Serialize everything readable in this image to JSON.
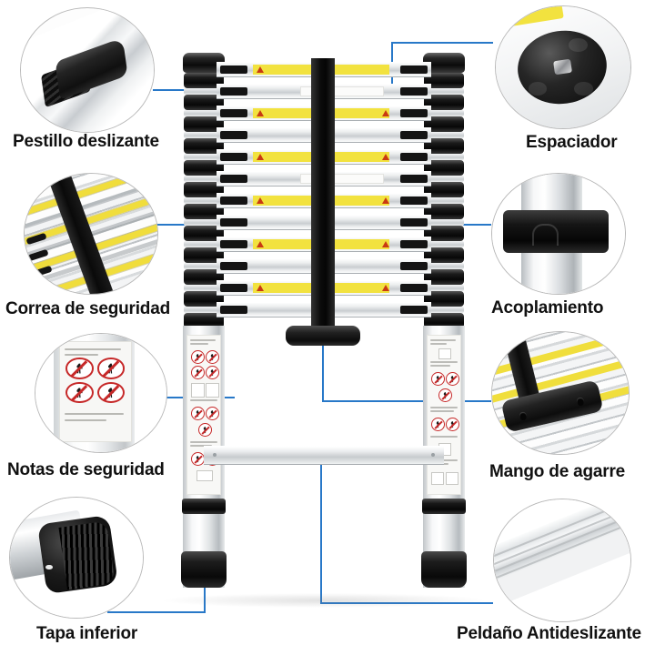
{
  "page": {
    "title": "Escalera telescópica - características",
    "background_color": "#ffffff",
    "accent_color": "#2878c8",
    "label_color": "#111111"
  },
  "callouts": [
    {
      "id": "slider-latch",
      "label": "Pestillo deslizante",
      "side": "left",
      "icon": "slider-latch-photo",
      "description": "Pestillo de plástico negro sobre riel de aluminio"
    },
    {
      "id": "safety-strap",
      "label": "Correa de seguridad",
      "side": "left",
      "icon": "safety-strap-photo",
      "description": "Correa negra diagonal sobre peldaños plegados con etiquetas amarillas"
    },
    {
      "id": "safety-notes",
      "label": "Notas de seguridad",
      "side": "left",
      "icon": "safety-notes-photo",
      "description": "Etiqueta con pictogramas rojos de prohibición"
    },
    {
      "id": "bottom-cap",
      "label": "Tapa inferior",
      "side": "left",
      "icon": "bottom-cap-photo",
      "description": "Tapa de goma negra estriada en el tubo de aluminio"
    },
    {
      "id": "spacer",
      "label": "Espaciador",
      "side": "right",
      "icon": "spacer-photo",
      "description": "Disco negro redondo con remache metálico central"
    },
    {
      "id": "coupling",
      "label": "Acoplamiento",
      "side": "right",
      "icon": "coupling-photo",
      "description": "Collar de plástico negro alrededor del tubo de aluminio"
    },
    {
      "id": "grip-handle",
      "label": "Mango de agarre",
      "side": "right",
      "icon": "grip-handle-photo",
      "description": "Mango negro con dos tornillos unido a la correa"
    },
    {
      "id": "anti-slip-step",
      "label": "Peldaño Antideslizante",
      "side": "right",
      "icon": "anti-slip-step-photo",
      "description": "Superficie de peldaño de aluminio estriado"
    }
  ],
  "product": {
    "name": "ladder-photo",
    "description": "Escalera telescópica de aluminio plegada"
  }
}
